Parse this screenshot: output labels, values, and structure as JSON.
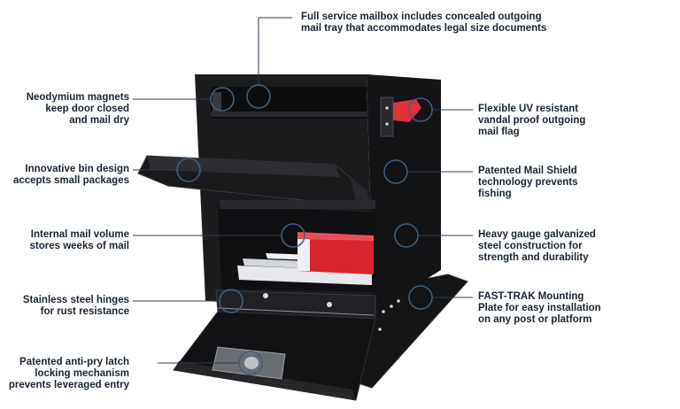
{
  "callouts": {
    "top": "Full service mailbox includes concealed outgoing\nmail tray that accommodates legal size documents",
    "left": [
      "Neodymium magnets\nkeep door closed\nand mail dry",
      "Innovative bin design\naccepts small packages",
      "Internal mail volume\nstores weeks of mail",
      "Stainless steel hinges\nfor rust resistance",
      "Patented anti-pry latch\nlocking mechanism\nprevents leveraged entry"
    ],
    "right": [
      "Flexible UV resistant\nvandal proof outgoing\nmail flag",
      "Patented Mail Shield\ntechnology prevents\nfishing",
      "Heavy gauge galvanized\nsteel construction for\nstrength and durability",
      "FAST-TRAK Mounting\nPlate for easy installation\non any post or platform"
    ]
  },
  "colors": {
    "text": "#1a2533",
    "callout_line": "#2a3d52",
    "callout_circle": "#3e5f80",
    "mailbox_body": "#1b1b1d",
    "flag": "#e0303c",
    "package": "#d8242c"
  }
}
